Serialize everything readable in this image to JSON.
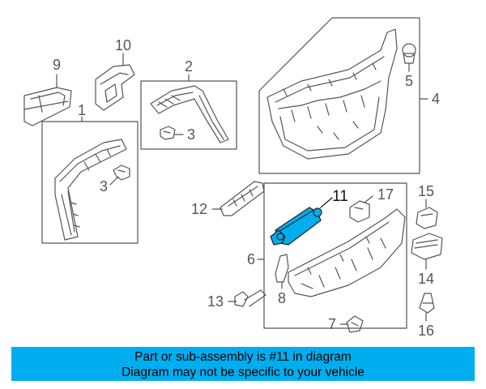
{
  "diagram": {
    "callouts": {
      "c1": "1",
      "c2": "2",
      "c3a": "3",
      "c3b": "3",
      "c4": "4",
      "c5": "5",
      "c6": "6",
      "c7": "7",
      "c8": "8",
      "c9": "9",
      "c10": "10",
      "c11": "11",
      "c12": "12",
      "c13": "13",
      "c14": "14",
      "c15": "15",
      "c16": "16",
      "c17": "17"
    },
    "highlight_color": "#00aeef",
    "line_color": "#555555"
  },
  "banner": {
    "line1": "Part or sub-assembly is #11 in diagram",
    "line2": "Diagram may not be specific to your vehicle",
    "background": "#00aeef"
  }
}
